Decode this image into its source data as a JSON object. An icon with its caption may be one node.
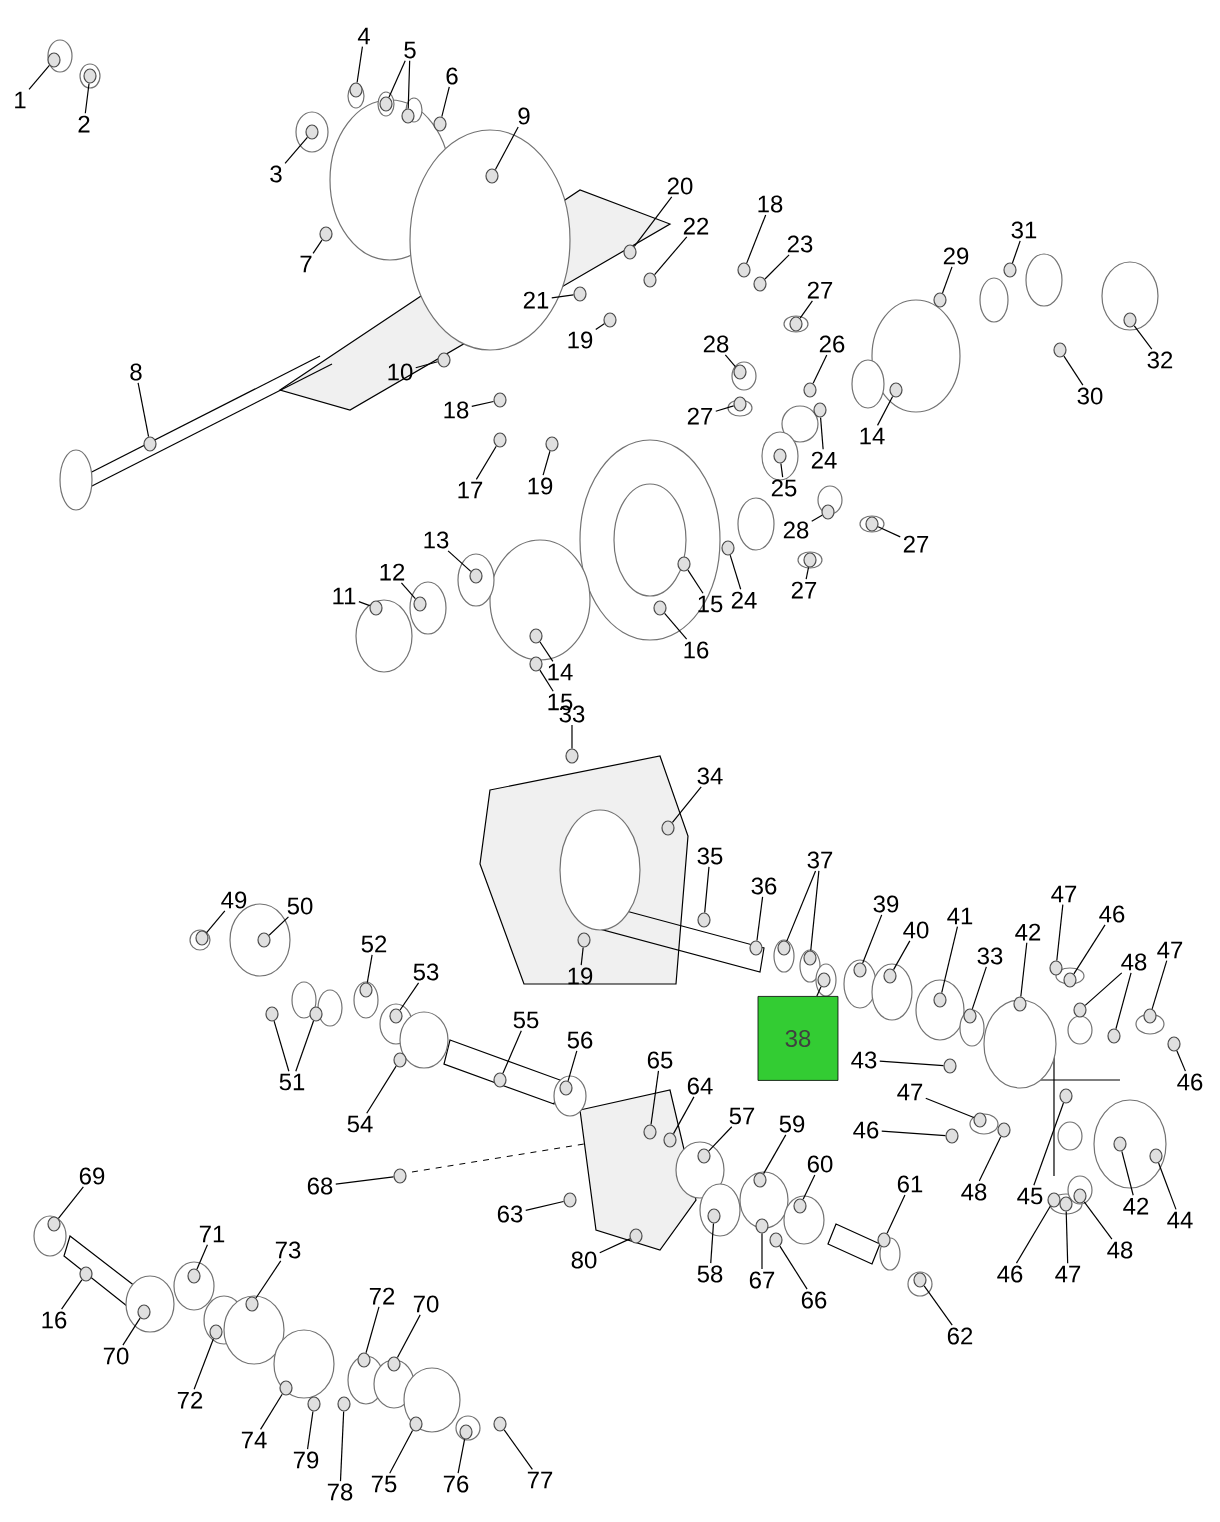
{
  "diagram": {
    "nodes": [
      {
        "text": [
          "1"
        ]
      },
      {
        "text": [
          "2"
        ]
      },
      {
        "text": [
          "4"
        ]
      },
      {
        "text": [
          "5"
        ]
      },
      {
        "text": [
          "6"
        ]
      },
      {
        "text": [
          "3"
        ]
      },
      {
        "text": [
          "9"
        ]
      },
      {
        "text": [
          "7"
        ]
      },
      {
        "text": [
          "20"
        ]
      },
      {
        "text": [
          "22"
        ]
      },
      {
        "text": [
          "18"
        ]
      },
      {
        "text": [
          "23"
        ]
      },
      {
        "text": [
          "21"
        ]
      },
      {
        "text": [
          "19"
        ]
      },
      {
        "text": [
          "31"
        ]
      },
      {
        "text": [
          "29"
        ]
      },
      {
        "text": [
          "27"
        ]
      },
      {
        "text": [
          "28"
        ]
      },
      {
        "text": [
          "26"
        ]
      },
      {
        "text": [
          "32"
        ]
      },
      {
        "text": [
          "30"
        ]
      },
      {
        "text": [
          "14"
        ]
      },
      {
        "text": [
          "24"
        ]
      },
      {
        "text": [
          "27"
        ]
      },
      {
        "text": [
          "25"
        ]
      },
      {
        "text": [
          "28"
        ]
      },
      {
        "text": [
          "27"
        ]
      },
      {
        "text": [
          "27"
        ]
      },
      {
        "text": [
          "8"
        ]
      },
      {
        "text": [
          "10"
        ]
      },
      {
        "text": [
          "18"
        ]
      },
      {
        "text": [
          "17"
        ]
      },
      {
        "text": [
          "19"
        ]
      },
      {
        "text": [
          "11"
        ]
      },
      {
        "text": [
          "12"
        ]
      },
      {
        "text": [
          "13"
        ]
      },
      {
        "text": [
          "15"
        ]
      },
      {
        "text": [
          "24"
        ]
      },
      {
        "text": [
          "16"
        ]
      },
      {
        "text": [
          "14"
        ]
      },
      {
        "text": [
          "15"
        ]
      },
      {
        "text": [
          "33"
        ]
      },
      {
        "text": [
          "34"
        ]
      },
      {
        "text": [
          "35"
        ]
      },
      {
        "text": [
          "36"
        ]
      },
      {
        "text": [
          "37"
        ]
      },
      {
        "text": [
          "38"
        ]
      },
      {
        "text": [
          "39"
        ]
      },
      {
        "text": [
          "40"
        ]
      },
      {
        "text": [
          "41"
        ]
      },
      {
        "text": [
          "33"
        ]
      },
      {
        "text": [
          "42"
        ]
      },
      {
        "text": [
          "47"
        ]
      },
      {
        "text": [
          "46"
        ]
      },
      {
        "text": [
          "48"
        ]
      },
      {
        "text": [
          "47"
        ]
      },
      {
        "text": [
          "46"
        ]
      },
      {
        "text": [
          "43"
        ]
      },
      {
        "text": [
          "47"
        ]
      },
      {
        "text": [
          "46"
        ]
      },
      {
        "text": [
          "48"
        ]
      },
      {
        "text": [
          "45"
        ]
      },
      {
        "text": [
          "42"
        ]
      },
      {
        "text": [
          "44"
        ]
      },
      {
        "text": [
          "48"
        ]
      },
      {
        "text": [
          "46"
        ]
      },
      {
        "text": [
          "47"
        ]
      },
      {
        "text": [
          "49"
        ]
      },
      {
        "text": [
          "50"
        ]
      },
      {
        "text": [
          "52"
        ]
      },
      {
        "text": [
          "53"
        ]
      },
      {
        "text": [
          "51"
        ]
      },
      {
        "text": [
          "54"
        ]
      },
      {
        "text": [
          "55"
        ]
      },
      {
        "text": [
          "56"
        ]
      },
      {
        "text": [
          "65"
        ]
      },
      {
        "text": [
          "64"
        ]
      },
      {
        "text": [
          "57"
        ]
      },
      {
        "text": [
          "59"
        ]
      },
      {
        "text": [
          "60"
        ]
      },
      {
        "text": [
          "61"
        ]
      },
      {
        "text": [
          "68"
        ]
      },
      {
        "text": [
          "63"
        ]
      },
      {
        "text": [
          "58"
        ]
      },
      {
        "text": [
          "67"
        ]
      },
      {
        "text": [
          "66"
        ]
      },
      {
        "text": [
          "80"
        ]
      },
      {
        "text": [
          "62"
        ]
      },
      {
        "text": [
          "69"
        ]
      },
      {
        "text": [
          "16"
        ]
      },
      {
        "text": [
          "70"
        ]
      },
      {
        "text": [
          "71"
        ]
      },
      {
        "text": [
          "73"
        ]
      },
      {
        "text": [
          "72"
        ]
      },
      {
        "text": [
          "72"
        ]
      },
      {
        "text": [
          "70"
        ]
      },
      {
        "text": [
          "74"
        ]
      },
      {
        "text": [
          "79"
        ]
      },
      {
        "text": [
          "78"
        ]
      },
      {
        "text": [
          "75"
        ]
      },
      {
        "text": [
          "76"
        ]
      },
      {
        "text": [
          "77"
        ]
      },
      {
        "text": [
          "19"
        ]
      },
      {
        "text": [],
        "shape": "circle"
      },
      {
        "text": [],
        "shape": "circle"
      },
      {
        "text": [],
        "shape": "circle"
      },
      {
        "text": [],
        "shape": "circle"
      },
      {
        "text": [],
        "shape": "circle"
      },
      {
        "text": [],
        "shape": "circle"
      },
      {
        "text": [],
        "shape": "circle"
      },
      {
        "text": [],
        "shape": "circle"
      },
      {
        "text": [],
        "shape": "circle"
      },
      {
        "text": [],
        "shape": "circle"
      },
      {
        "text": [],
        "shape": "circle"
      },
      {
        "text": [],
        "shape": "circle"
      },
      {
        "text": [],
        "shape": "circle"
      },
      {
        "text": [],
        "shape": "circle"
      },
      {
        "text": [],
        "shape": "circle"
      },
      {
        "text": [],
        "shape": "circle"
      },
      {
        "text": [],
        "shape": "circle"
      },
      {
        "text": [],
        "shape": "circle"
      },
      {
        "text": [],
        "shape": "circle"
      },
      {
        "text": [],
        "shape": "circle"
      },
      {
        "text": [],
        "shape": "circle"
      },
      {
        "text": [],
        "shape": "circle"
      },
      {
        "text": [],
        "shape": "circle"
      },
      {
        "text": [],
        "shape": "circle"
      },
      {
        "text": [],
        "shape": "circle"
      },
      {
        "text": [],
        "shape": "circle"
      },
      {
        "text": [],
        "shape": "circle"
      },
      {
        "text": [],
        "shape": "circle"
      },
      {
        "text": [],
        "shape": "circle"
      },
      {
        "text": [],
        "shape": "circle"
      },
      {
        "text": [],
        "shape": "circle"
      },
      {
        "text": [],
        "shape": "circle"
      },
      {
        "text": [],
        "shape": "circle"
      },
      {
        "text": [],
        "shape": "circle"
      },
      {
        "text": [],
        "shape": "circle"
      },
      {
        "text": [],
        "shape": "circle"
      },
      {
        "text": [],
        "shape": "circle"
      },
      {
        "text": [],
        "shape": "circle"
      },
      {
        "text": [],
        "shape": "circle"
      },
      {
        "text": [],
        "shape": "circle"
      },
      {
        "text": [],
        "shape": "circle"
      },
      {
        "text": [],
        "shape": "circle"
      },
      {
        "text": [],
        "shape": "circle"
      },
      {
        "text": [],
        "shape": "circle"
      },
      {
        "text": [],
        "shape": "circle"
      },
      {
        "text": [],
        "shape": "circle"
      },
      {
        "text": [],
        "shape": "circle"
      },
      {
        "text": [],
        "shape": "circle"
      },
      {
        "text": [],
        "shape": "circle"
      },
      {
        "text": [],
        "shape": "circle"
      },
      {
        "text": [],
        "shape": "circle"
      },
      {
        "text": [],
        "shape": "circle"
      },
      {
        "text": [],
        "shape": "circle"
      },
      {
        "text": [],
        "shape": "circle"
      },
      {
        "text": [],
        "shape": "circle"
      },
      {
        "text": [],
        "shape": "circle"
      },
      {
        "text": [],
        "shape": "circle"
      },
      {
        "text": [],
        "shape": "circle"
      },
      {
        "text": [],
        "shape": "circle"
      },
      {
        "text": [],
        "shape": "circle"
      },
      {
        "text": [],
        "shape": "circle"
      },
      {
        "text": [],
        "shape": "circle"
      },
      {
        "text": [],
        "shape": "circle"
      },
      {
        "text": [],
        "shape": "circle"
      },
      {
        "text": [],
        "shape": "circle"
      },
      {
        "text": [],
        "shape": "circle"
      },
      {
        "text": [],
        "shape": "circle"
      },
      {
        "text": [],
        "shape": "circle"
      },
      {
        "text": [],
        "shape": "circle"
      },
      {
        "text": [],
        "shape": "circle"
      },
      {
        "text": [],
        "shape": "circle"
      },
      {
        "text": [],
        "shape": "circle"
      },
      {
        "text": [],
        "shape": "circle"
      },
      {
        "text": [],
        "shape": "circle"
      },
      {
        "text": [],
        "shape": "circle"
      },
      {
        "text": [],
        "shape": "circle"
      },
      {
        "text": [],
        "shape": "circle"
      },
      {
        "text": [],
        "shape": "circle"
      },
      {
        "text": [],
        "shape": "circle"
      },
      {
        "text": [],
        "shape": "circle"
      },
      {
        "text": [],
        "shape": "circle"
      },
      {
        "text": [],
        "shape": "circle"
      },
      {
        "text": [],
        "shape": "circle"
      },
      {
        "text": [],
        "shape": "circle"
      },
      {
        "text": [],
        "shape": "circle"
      },
      {
        "text": [],
        "shape": "circle"
      },
      {
        "text": [],
        "shape": "circle"
      },
      {
        "text": [],
        "shape": "circle"
      },
      {
        "text": [],
        "shape": "circle"
      },
      {
        "text": [],
        "shape": "circle"
      },
      {
        "text": [],
        "shape": "circle"
      },
      {
        "text": [],
        "shape": "circle"
      },
      {
        "text": [],
        "shape": "circle"
      },
      {
        "text": [],
        "shape": "circle"
      },
      {
        "text": [],
        "shape": "circle"
      },
      {
        "text": [],
        "shape": "circle"
      },
      {
        "text": [],
        "shape": "circle"
      },
      {
        "text": [],
        "shape": "circle"
      },
      {
        "text": [],
        "shape": "circle"
      },
      {
        "text": [],
        "shape": "circle"
      },
      {
        "text": [],
        "shape": "circle"
      },
      {
        "text": [],
        "shape": "circle"
      },
      {
        "text": [],
        "shape": "circle"
      },
      {
        "text": [],
        "shape": "circle"
      },
      {
        "text": [],
        "shape": "circle"
      },
      {
        "text": [],
        "shape": "circle"
      },
      {
        "text": [],
        "shape": "circle"
      }
    ],
    "edges": [
      {
        "from": 0,
        "to": 103,
        "arrow": "none"
      },
      {
        "from": 1,
        "to": 104,
        "arrow": "none"
      },
      {
        "from": 2,
        "to": 105,
        "arrow": "none"
      },
      {
        "from": 3,
        "to": 106,
        "arrow": "none"
      },
      {
        "from": 3,
        "to": 107,
        "arrow": "none"
      },
      {
        "from": 4,
        "to": 108,
        "arrow": "none"
      },
      {
        "from": 5,
        "to": 109,
        "arrow": "none"
      },
      {
        "from": 6,
        "to": 110,
        "arrow": "none"
      },
      {
        "from": 7,
        "to": 111,
        "arrow": "none"
      },
      {
        "from": 8,
        "to": 112,
        "arrow": "none"
      },
      {
        "from": 9,
        "to": 113,
        "arrow": "none"
      },
      {
        "from": 10,
        "to": 114,
        "arrow": "none"
      },
      {
        "from": 11,
        "to": 115,
        "arrow": "none"
      },
      {
        "from": 12,
        "to": 116,
        "arrow": "none"
      },
      {
        "from": 13,
        "to": 117,
        "arrow": "none"
      },
      {
        "from": 14,
        "to": 118,
        "arrow": "none"
      },
      {
        "from": 15,
        "to": 119,
        "arrow": "none"
      },
      {
        "from": 16,
        "to": 120,
        "arrow": "none"
      },
      {
        "from": 17,
        "to": 121,
        "arrow": "none"
      },
      {
        "from": 18,
        "to": 122,
        "arrow": "none"
      },
      {
        "from": 19,
        "to": 123,
        "arrow": "none"
      },
      {
        "from": 20,
        "to": 124,
        "arrow": "none"
      },
      {
        "from": 21,
        "to": 125,
        "arrow": "none"
      },
      {
        "from": 22,
        "to": 126,
        "arrow": "none"
      },
      {
        "from": 23,
        "to": 127,
        "arrow": "none"
      },
      {
        "from": 24,
        "to": 128,
        "arrow": "none"
      },
      {
        "from": 25,
        "to": 129,
        "arrow": "none"
      },
      {
        "from": 26,
        "to": 130,
        "arrow": "none"
      },
      {
        "from": 27,
        "to": 131,
        "arrow": "none"
      },
      {
        "from": 28,
        "to": 132,
        "arrow": "none"
      },
      {
        "from": 29,
        "to": 133,
        "arrow": "none"
      },
      {
        "from": 30,
        "to": 134,
        "arrow": "none"
      },
      {
        "from": 31,
        "to": 135,
        "arrow": "none"
      },
      {
        "from": 32,
        "to": 136,
        "arrow": "none"
      },
      {
        "from": 33,
        "to": 137,
        "arrow": "none"
      },
      {
        "from": 34,
        "to": 138,
        "arrow": "none"
      },
      {
        "from": 35,
        "to": 139,
        "arrow": "none"
      },
      {
        "from": 36,
        "to": 140,
        "arrow": "none"
      },
      {
        "from": 37,
        "to": 141,
        "arrow": "none"
      },
      {
        "from": 38,
        "to": 142,
        "arrow": "none"
      },
      {
        "from": 39,
        "to": 143,
        "arrow": "none"
      },
      {
        "from": 40,
        "to": 144,
        "arrow": "none"
      },
      {
        "from": 41,
        "to": 145,
        "arrow": "none"
      },
      {
        "from": 42,
        "to": 146,
        "arrow": "none"
      },
      {
        "from": 43,
        "to": 147,
        "arrow": "none"
      },
      {
        "from": 44,
        "to": 148,
        "arrow": "none"
      },
      {
        "from": 45,
        "to": 149,
        "arrow": "none"
      },
      {
        "from": 45,
        "to": 150,
        "arrow": "none"
      },
      {
        "from": 46,
        "to": 151,
        "arrow": "none"
      },
      {
        "from": 47,
        "to": 152,
        "arrow": "none"
      },
      {
        "from": 48,
        "to": 153,
        "arrow": "none"
      },
      {
        "from": 49,
        "to": 154,
        "arrow": "none"
      },
      {
        "from": 50,
        "to": 155,
        "arrow": "none"
      },
      {
        "from": 51,
        "to": 156,
        "arrow": "none"
      },
      {
        "from": 52,
        "to": 157,
        "arrow": "none"
      },
      {
        "from": 53,
        "to": 158,
        "arrow": "none"
      },
      {
        "from": 54,
        "to": 159,
        "arrow": "none"
      },
      {
        "from": 54,
        "to": 160,
        "arrow": "none"
      },
      {
        "from": 55,
        "to": 161,
        "arrow": "none"
      },
      {
        "from": 56,
        "to": 162,
        "arrow": "none"
      },
      {
        "from": 57,
        "to": 163,
        "arrow": "none"
      },
      {
        "from": 58,
        "to": 164,
        "arrow": "none"
      },
      {
        "from": 59,
        "to": 165,
        "arrow": "none"
      },
      {
        "from": 60,
        "to": 166,
        "arrow": "none"
      },
      {
        "from": 61,
        "to": 167,
        "arrow": "none"
      },
      {
        "from": 62,
        "to": 168,
        "arrow": "none"
      },
      {
        "from": 63,
        "to": 169,
        "arrow": "none"
      },
      {
        "from": 64,
        "to": 170,
        "arrow": "none"
      },
      {
        "from": 65,
        "to": 171,
        "arrow": "none"
      },
      {
        "from": 66,
        "to": 172,
        "arrow": "none"
      },
      {
        "from": 67,
        "to": 173,
        "arrow": "none"
      },
      {
        "from": 68,
        "to": 174,
        "arrow": "none"
      },
      {
        "from": 69,
        "to": 175,
        "arrow": "none"
      },
      {
        "from": 70,
        "to": 176,
        "arrow": "none"
      },
      {
        "from": 71,
        "to": 177,
        "arrow": "none"
      },
      {
        "from": 71,
        "to": 178,
        "arrow": "none"
      },
      {
        "from": 72,
        "to": 179,
        "arrow": "none"
      },
      {
        "from": 73,
        "to": 180,
        "arrow": "none"
      },
      {
        "from": 74,
        "to": 181,
        "arrow": "none"
      },
      {
        "from": 75,
        "to": 182,
        "arrow": "none"
      },
      {
        "from": 76,
        "to": 183,
        "arrow": "none"
      },
      {
        "from": 77,
        "to": 184,
        "arrow": "none"
      },
      {
        "from": 78,
        "to": 185,
        "arrow": "none"
      },
      {
        "from": 79,
        "to": 186,
        "arrow": "none"
      },
      {
        "from": 80,
        "to": 187,
        "arrow": "none"
      },
      {
        "from": 81,
        "to": 188,
        "arrow": "none"
      },
      {
        "from": 82,
        "to": 189,
        "arrow": "none"
      },
      {
        "from": 83,
        "to": 190,
        "arrow": "none"
      },
      {
        "from": 84,
        "to": 191,
        "arrow": "none"
      },
      {
        "from": 85,
        "to": 192,
        "arrow": "none"
      },
      {
        "from": 86,
        "to": 193,
        "arrow": "none"
      },
      {
        "from": 87,
        "to": 194,
        "arrow": "none"
      },
      {
        "from": 88,
        "to": 195,
        "arrow": "none"
      },
      {
        "from": 89,
        "to": 196,
        "arrow": "none"
      },
      {
        "from": 90,
        "to": 197,
        "arrow": "none"
      },
      {
        "from": 91,
        "to": 198,
        "arrow": "none"
      },
      {
        "from": 92,
        "to": 199,
        "arrow": "none"
      },
      {
        "from": 93,
        "to": 200,
        "arrow": "none"
      },
      {
        "from": 94,
        "to": 201,
        "arrow": "none"
      },
      {
        "from": 95,
        "to": 202,
        "arrow": "none"
      },
      {
        "from": 96,
        "to": 203,
        "arrow": "none"
      },
      {
        "from": 97,
        "to": 204,
        "arrow": "none"
      },
      {
        "from": 98,
        "to": 205,
        "arrow": "none"
      },
      {
        "from": 99,
        "to": 206,
        "arrow": "none"
      },
      {
        "from": 100,
        "to": 207,
        "arrow": "none"
      },
      {
        "from": 101,
        "to": 208,
        "arrow": "none"
      },
      {
        "from": 102,
        "to": 209,
        "arrow": "none"
      }
    ]
  }
}
